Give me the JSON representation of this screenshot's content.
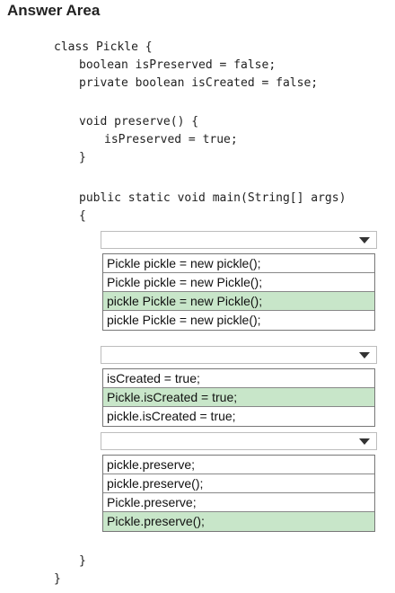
{
  "header": {
    "title": "Answer Area"
  },
  "code": {
    "line_class": "class Pickle {",
    "line_field1": "boolean isPreserved = false;",
    "line_field2": "private boolean isCreated = false;",
    "line_method_sig": "void preserve() {",
    "line_method_body": "isPreserved = true;",
    "line_method_close": "}",
    "line_main_sig": "public static void main(String[] args)",
    "line_main_open": "{",
    "line_main_close": "}",
    "line_class_close": "}"
  },
  "dropdowns": [
    {
      "options": [
        {
          "label": "Pickle pickle = new pickle();",
          "selected": false
        },
        {
          "label": "Pickle pickle = new Pickle();",
          "selected": false
        },
        {
          "label": "pickle Pickle = new Pickle();",
          "selected": true
        },
        {
          "label": "pickle Pickle = new pickle();",
          "selected": false
        }
      ]
    },
    {
      "options": [
        {
          "label": "isCreated = true;",
          "selected": false
        },
        {
          "label": "Pickle.isCreated = true;",
          "selected": true
        },
        {
          "label": "pickle.isCreated = true;",
          "selected": false
        }
      ]
    },
    {
      "options": [
        {
          "label": "pickle.preserve;",
          "selected": false
        },
        {
          "label": "pickle.preserve();",
          "selected": false
        },
        {
          "label": "Pickle.preserve;",
          "selected": false
        },
        {
          "label": "Pickle.preserve();",
          "selected": true
        }
      ]
    }
  ],
  "colors": {
    "selected_option_bg": "#c8e6c9",
    "dropdown_border": "#bdbdbd"
  }
}
